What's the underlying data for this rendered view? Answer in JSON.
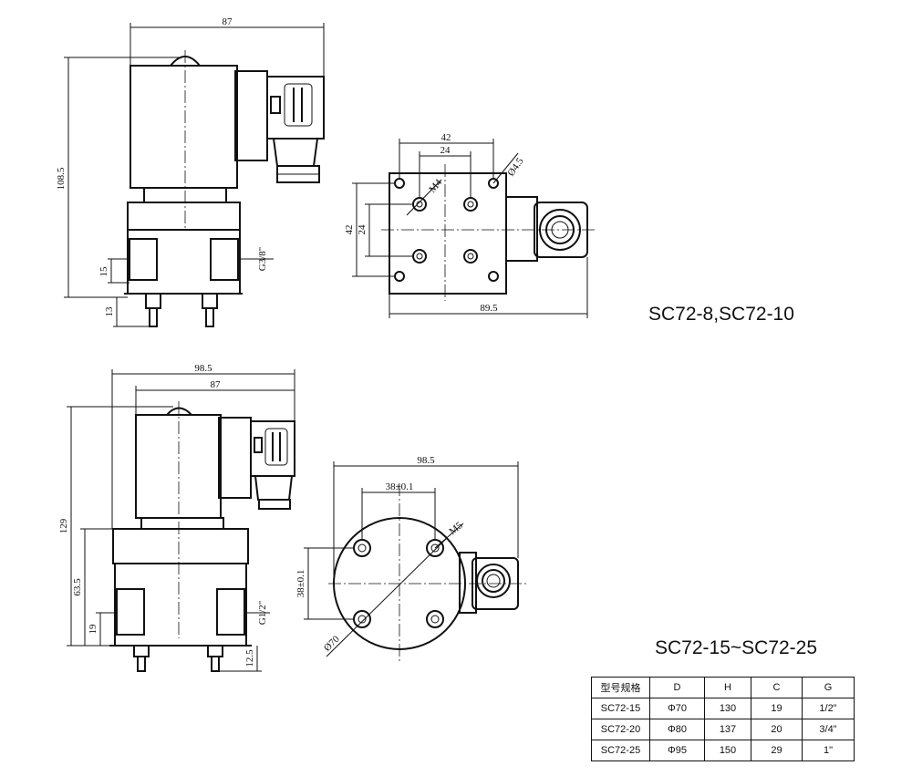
{
  "model_labels": {
    "top": "SC72-8,SC72-10",
    "bottom": "SC72-15~SC72-25"
  },
  "dims": {
    "top_side": {
      "width": "87",
      "height": "108.5",
      "port_offset": "15",
      "bottom": "13",
      "thread": "G3/8\""
    },
    "top_plan": {
      "outer": "42",
      "inner": "24",
      "hole": "Ø4.5",
      "thread": "M4",
      "v_outer": "42",
      "v_inner": "24",
      "width": "89.5"
    },
    "bottom_side": {
      "width": "98.5",
      "width2": "87",
      "height": "129",
      "body": "63.5",
      "port_offset": "19",
      "thread": "G1/2\"",
      "bottom": "12.5"
    },
    "bottom_plan": {
      "width": "98.5",
      "pitch_h": "38±0.1",
      "pitch_v": "38±0.1",
      "thread": "M5",
      "diameter": "Ø70"
    }
  },
  "table": {
    "headers": [
      "型号规格",
      "D",
      "H",
      "C",
      "G"
    ],
    "rows": [
      [
        "SC72-15",
        "Φ70",
        "130",
        "19",
        "1/2\""
      ],
      [
        "SC72-20",
        "Φ80",
        "137",
        "20",
        "3/4\""
      ],
      [
        "SC72-25",
        "Φ95",
        "150",
        "29",
        "1\""
      ]
    ]
  }
}
